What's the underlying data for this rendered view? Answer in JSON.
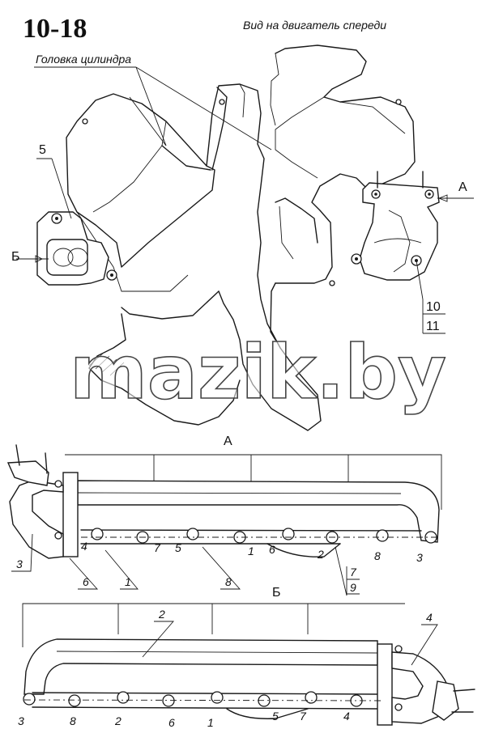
{
  "sheet_number": "10-18",
  "caption": "Вид на двигатель спереди",
  "cylinder_head_label": "Головка цилиндра",
  "view_a_marker": "А",
  "view_b_marker": "Б",
  "watermark": "mazik.by",
  "top_labels": {
    "p5": "5",
    "p10": "10",
    "p11": "11"
  },
  "view_a": {
    "title": "А",
    "bottom_labels": [
      "3",
      "6",
      "1",
      "8",
      "7",
      "9"
    ],
    "inline_labels": [
      "4",
      "7",
      "5",
      "1",
      "6",
      "2",
      "8",
      "3"
    ]
  },
  "view_b": {
    "title": "Б",
    "top_labels": [
      "2",
      "4"
    ],
    "bottom_labels": [
      "3",
      "8",
      "2",
      "6",
      "1",
      "5",
      "7",
      "4"
    ]
  }
}
